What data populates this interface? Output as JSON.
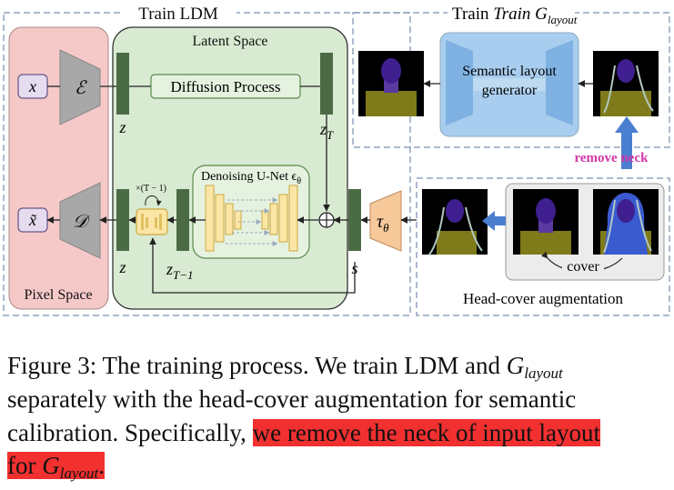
{
  "figure": {
    "panels": {
      "train_ldm": "Train LDM",
      "train_g": "Train G",
      "train_g_sub": "layout",
      "latent_space": "Latent Space",
      "pixel_space": "Pixel Space",
      "head_cover": "Head-cover augmentation"
    },
    "blocks": {
      "x": "x",
      "x_tilde": "x̃",
      "encoder": "ℰ",
      "decoder": "𝒟",
      "diffusion": "Diffusion Process",
      "unet": "Denoising U-Net ϵ",
      "unet_sub": "θ",
      "tau": "τ",
      "tau_sub": "θ",
      "generator_line1": "Semantic layout",
      "generator_line2": "generator",
      "repeat": "×(T − 1)"
    },
    "labels": {
      "z_top": "z",
      "zT": "z",
      "zT_sub": "T",
      "z_bottom": "z",
      "zT1": "z",
      "zT1_sub": "T−1",
      "s": "s",
      "remove_neck": "remove neck",
      "cover": "cover"
    },
    "colors": {
      "pixel_space_fill": "#f6c9c9",
      "latent_fill": "#d8ebd2",
      "encoder_fill": "#a8a8a8",
      "z_bar": "#4b6b45",
      "unet_fill": "#fbe6a6",
      "tau_fill": "#f6c89a",
      "generator_fill": "#a9cdee",
      "arrow_blue": "#4a7fd0",
      "remove_neck_text": "#d236a8",
      "layout_bg": "#000000",
      "face": "#3f1f8f",
      "body": "#7f7a1a",
      "hair": "#b0c8c0"
    }
  },
  "caption": {
    "prefix": "Figure 3: The training process. We train LDM and",
    "g": "G",
    "g_sub": "layout",
    "line2": "separately with the head-cover augmentation for semantic",
    "line3_start": "calibration. Specifically, ",
    "line3_highlight": "we remove the neck of input layout",
    "line4_highlight_start": "for ",
    "line4_highlight_end": "."
  }
}
